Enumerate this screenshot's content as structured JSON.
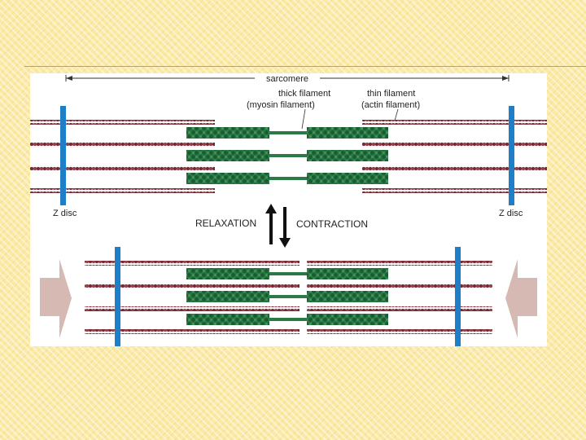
{
  "labels": {
    "sarcomere": "sarcomere",
    "thick_filament_line1": "thick filament",
    "thick_filament_line2": "(myosin filament)",
    "thin_filament_line1": "thin filament",
    "thin_filament_line2": "(actin filament)",
    "z_disc_left": "Z disc",
    "z_disc_right": "Z disc",
    "relaxation": "RELAXATION",
    "contraction": "CONTRACTION"
  },
  "colors": {
    "actin": "#7a2a33",
    "myosin": "#1f6b3a",
    "z_disc": "#1d7fc8",
    "force_arrow": "#d7b9b3",
    "background": "#fbe9a6"
  }
}
